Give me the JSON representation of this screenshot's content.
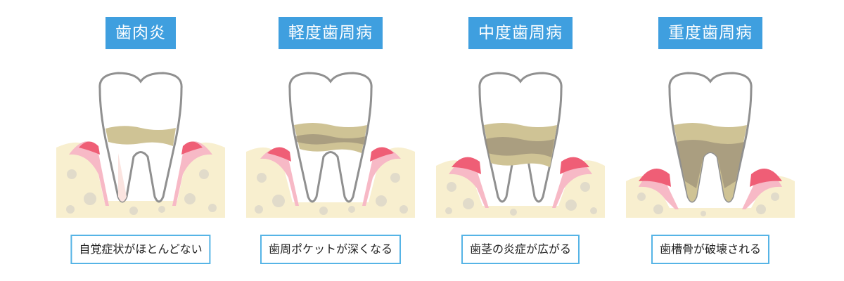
{
  "colors": {
    "title_bg": "#3f9fdf",
    "caption_border": "#56b4e6",
    "bone": "#f8efcf",
    "bone_spot": "#e1dbca",
    "gum": "#f7b9c6",
    "gum_inflamed": "#ef5e76",
    "tooth_outline": "#909090",
    "plaque": "#cfc395",
    "tartar_dark": "#9a8f77"
  },
  "stages": [
    {
      "title": "歯肉炎",
      "caption": "自覚症状がほとんどない",
      "severity": 0
    },
    {
      "title": "軽度歯周病",
      "caption": "歯周ポケットが深くなる",
      "severity": 1
    },
    {
      "title": "中度歯周病",
      "caption": "歯茎の炎症が広がる",
      "severity": 2
    },
    {
      "title": "重度歯周病",
      "caption": "歯槽骨が破壊される",
      "severity": 3
    }
  ]
}
